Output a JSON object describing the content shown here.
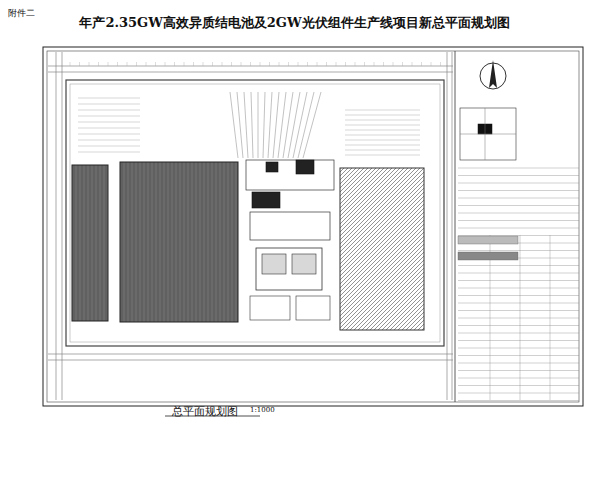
{
  "diagram": {
    "title": "年产2.35GW高效异质结电池及2GW光伏组件生产线项目新总平面规划图",
    "labels": [
      "附件二",
      "总平面规划图",
      "1:1000"
    ]
  }
}
